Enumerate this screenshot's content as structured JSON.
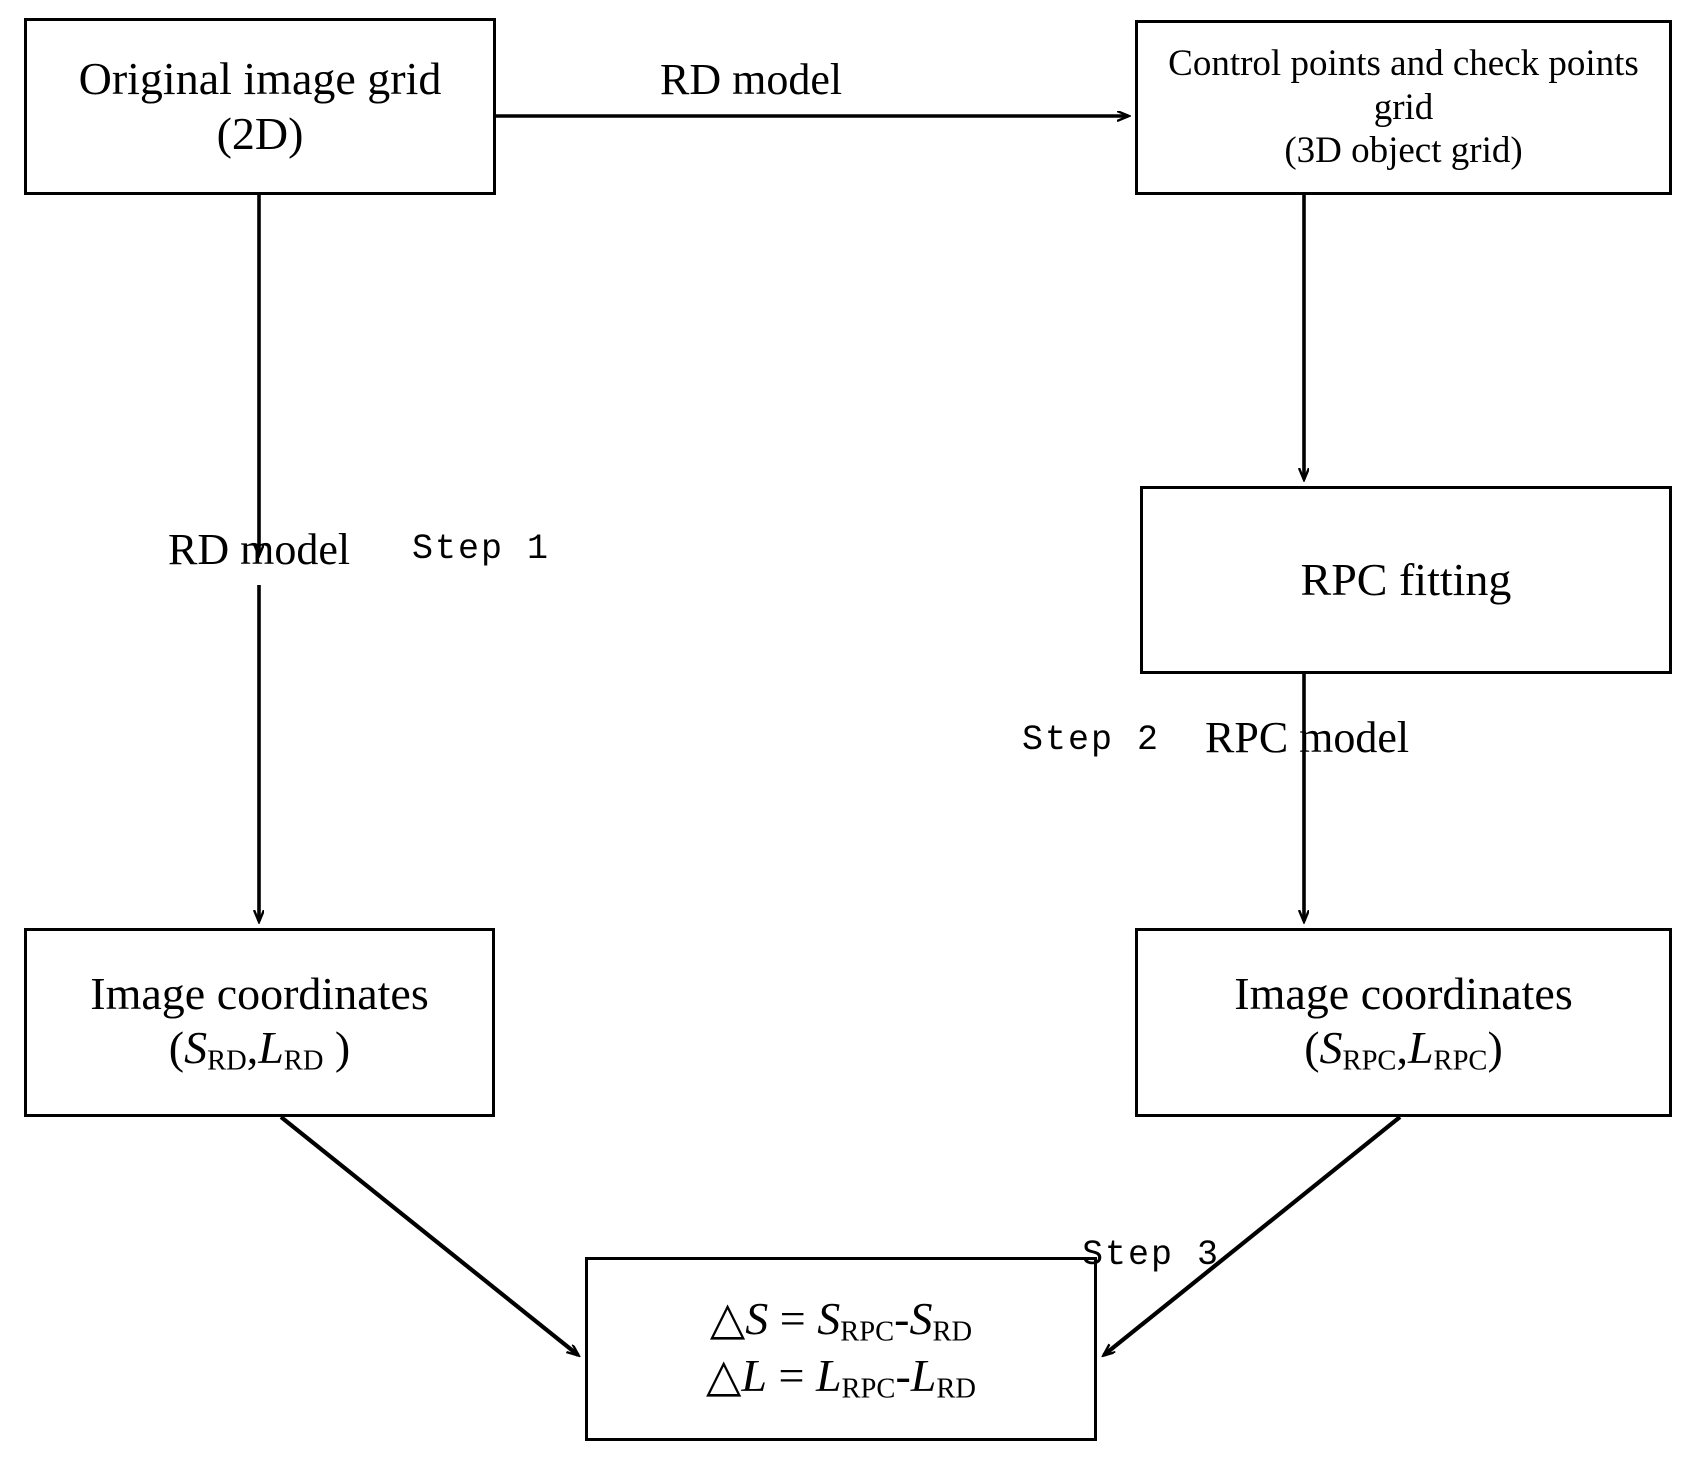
{
  "diagram": {
    "title": "RPC fitting accuracy evaluation workflow",
    "stroke_color": "#000000",
    "background_color": "#ffffff",
    "nodes": [
      {
        "id": "original-image-grid",
        "lines": [
          "Original image grid",
          "(2D)"
        ]
      },
      {
        "id": "control-check-points",
        "lines": [
          "Control points and check points",
          "grid",
          "(3D object grid)"
        ]
      },
      {
        "id": "rpc-fitting",
        "lines": [
          "RPC fitting"
        ]
      },
      {
        "id": "image-coords-rd",
        "lines": [
          "Image coordinates"
        ],
        "formula": "(S_RD,L_RD )"
      },
      {
        "id": "image-coords-rpc",
        "lines": [
          "Image coordinates"
        ],
        "formula": "(S_RPC,L_RPC)"
      },
      {
        "id": "delta-formulas",
        "lines": [],
        "formula_1": "△S = S_RPC-S_RD",
        "formula_2": "△L = L_RPC-L_RD"
      }
    ],
    "edge_labels": {
      "rd_model_top": "RD model",
      "rd_model_left": "RD model",
      "step_1": "Step 1",
      "step_2": "Step 2",
      "rpc_model": "RPC model",
      "step_3": "Step 3"
    },
    "node_text": {
      "original_image_grid_line1": "Original image grid",
      "original_image_grid_line2": "(2D)",
      "control_points_line1": "Control points and check points",
      "control_points_line2": "grid",
      "control_points_line3": "(3D object grid)",
      "rpc_fitting": "RPC fitting",
      "image_coordinates": "Image coordinates",
      "paren_open": "(",
      "paren_close": ")",
      "paren_close_spaced": " )",
      "comma": ",",
      "sym_S": "S",
      "sym_L": "L",
      "sub_RD": "RD",
      "sub_RPC": "RPC",
      "delta": "△",
      "equals": " = ",
      "minus": "-"
    }
  }
}
